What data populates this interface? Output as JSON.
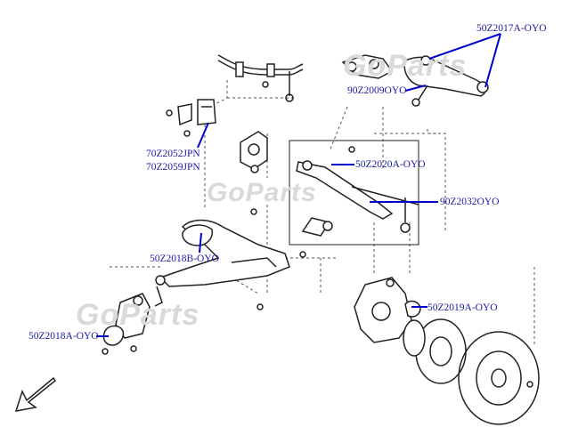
{
  "labels": {
    "upper_arm_bushing": "50Z2017A-OYO",
    "upper_arm": "90Z2009OYO",
    "stabilizer_bushing_1": "70Z2052JPN",
    "stabilizer_bushing_2": "70Z2059JPN",
    "toe_link_bushing": "50Z2020A-OYO",
    "toe_link": "90Z2032OYO",
    "trailing_arm_bushing": "50Z2018B-OYO",
    "knuckle_bushing": "50Z2019A-OYO",
    "trailing_arm_rear_bushing": "50Z2018A-OYO"
  },
  "watermark": "GoParts",
  "colors": {
    "label_text": "#1a1aa6",
    "leader_line": "#0000cc",
    "line_art": "#222222",
    "watermark": "#d9d9d9"
  },
  "icons": {
    "front_direction": "arrow-down-left-icon"
  }
}
